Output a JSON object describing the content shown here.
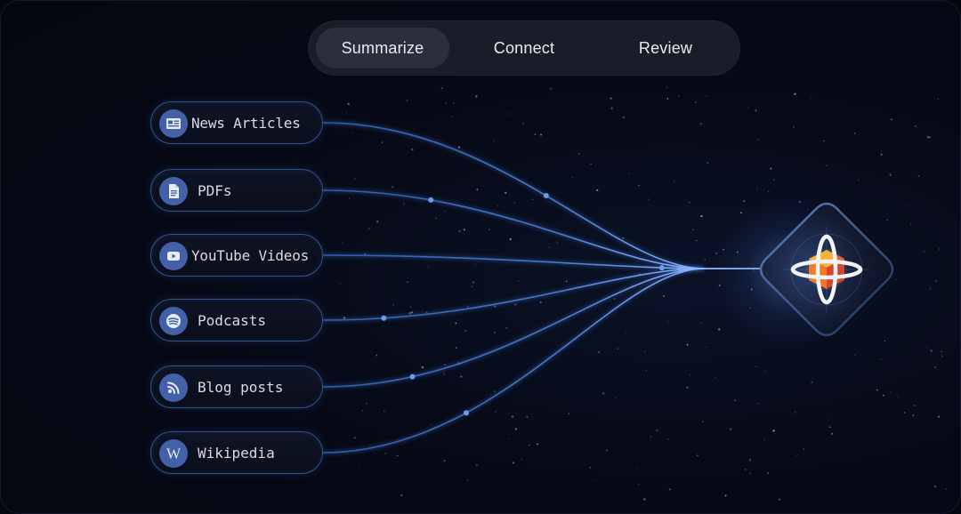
{
  "tabs": [
    {
      "label": "Summarize",
      "active": true
    },
    {
      "label": "Connect",
      "active": false
    },
    {
      "label": "Review",
      "active": false
    }
  ],
  "sources": [
    {
      "label": "News Articles",
      "icon": "newspaper-icon"
    },
    {
      "label": "PDFs",
      "icon": "document-icon"
    },
    {
      "label": "YouTube Videos",
      "icon": "youtube-icon"
    },
    {
      "label": "Podcasts",
      "icon": "podcast-icon"
    },
    {
      "label": "Blog posts",
      "icon": "rss-icon"
    },
    {
      "label": "Wikipedia",
      "icon": "wikipedia-icon"
    }
  ],
  "hub": {
    "icon": "ai-hub-logo-icon"
  },
  "colors": {
    "background": "#070a17",
    "tab_bar": "#1a1d28",
    "tab_active": "#2b2f3c",
    "pill_border": "#2e5590",
    "icon_circle": "#4360a8",
    "line": "#4f86e0",
    "cube_orange": "#f07a2a",
    "cube_red": "#d8452f",
    "cube_yellow": "#f6b33a"
  }
}
